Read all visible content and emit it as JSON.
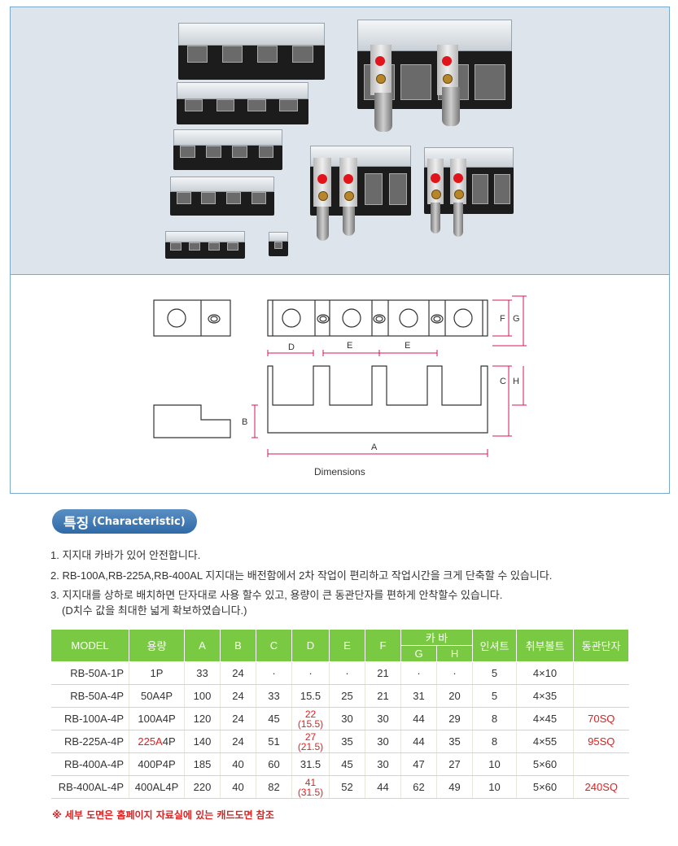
{
  "diagram": {
    "caption": "Dimensions",
    "labels": {
      "a": "A",
      "b": "B",
      "c": "C",
      "d": "D",
      "e1": "E",
      "e2": "E",
      "f": "F",
      "g": "G",
      "h": "H"
    }
  },
  "characteristic": {
    "title": "특징",
    "title_en": "(Characteristic)",
    "lines": [
      "1. 지지대 카바가 있어 안전합니다.",
      "2. RB-100A,RB-225A,RB-400AL 지지대는 배전함에서 2차 작업이 편리하고 작업시간을 크게 단축할 수 있습니다.",
      "3. 지지대를 상하로 배치하면 단자대로 사용 할수 있고, 용량이 큰 동관단자를 편하게 안착할수 있습니다.",
      "(D치수 값을 최대한 넓게 확보하였습니다.)"
    ]
  },
  "table": {
    "headers": {
      "model": "MODEL",
      "cap": "용량",
      "a": "A",
      "b": "B",
      "c": "C",
      "d": "D",
      "e": "E",
      "f": "F",
      "cover": "카 바",
      "g": "G",
      "h": "H",
      "insert": "인셔트",
      "bolt": "취부볼트",
      "lug": "동관단자"
    },
    "rows": [
      {
        "model": "RB-50A-1P",
        "cap": "1P",
        "cap_red": "",
        "a": "33",
        "b": "24",
        "c": "·",
        "d": "·",
        "d_sub": "",
        "e": "·",
        "f": "21",
        "g": "·",
        "h": "·",
        "insert": "5",
        "bolt": "4×10",
        "lug": ""
      },
      {
        "model": "RB-50A-4P",
        "cap": "50A4P",
        "cap_red": "",
        "a": "100",
        "b": "24",
        "c": "33",
        "d": "15.5",
        "d_sub": "",
        "e": "25",
        "f": "21",
        "g": "31",
        "h": "20",
        "insert": "5",
        "bolt": "4×35",
        "lug": ""
      },
      {
        "model": "RB-100A-4P",
        "cap": "100A4P",
        "cap_red": "",
        "a": "120",
        "b": "24",
        "c": "45",
        "d": "22",
        "d_sub": "(15.5)",
        "e": "30",
        "f": "30",
        "g": "44",
        "h": "29",
        "insert": "8",
        "bolt": "4×45",
        "lug": "70SQ"
      },
      {
        "model": "RB-225A-4P",
        "cap": "4P",
        "cap_red": "225A",
        "a": "140",
        "b": "24",
        "c": "51",
        "d": "27",
        "d_sub": "(21.5)",
        "e": "35",
        "f": "30",
        "g": "44",
        "h": "35",
        "insert": "8",
        "bolt": "4×55",
        "lug": "95SQ"
      },
      {
        "model": "RB-400A-4P",
        "cap": "400P4P",
        "cap_red": "",
        "a": "185",
        "b": "40",
        "c": "60",
        "d": "31.5",
        "d_sub": "",
        "e": "45",
        "f": "30",
        "g": "47",
        "h": "27",
        "insert": "10",
        "bolt": "5×60",
        "lug": ""
      },
      {
        "model": "RB-400AL-4P",
        "cap": "400AL4P",
        "cap_red": "",
        "a": "220",
        "b": "40",
        "c": "82",
        "d": "41",
        "d_sub": "(31.5)",
        "e": "52",
        "f": "44",
        "g": "62",
        "h": "49",
        "insert": "10",
        "bolt": "5×60",
        "lug": "240SQ"
      }
    ]
  },
  "footnote": "※ 세부 도면은 홈페이지 자료실에 있는 캐드도면 참조",
  "colors": {
    "table_header": "#7ac943",
    "accent_red": "#e02020",
    "badge": "#2f6aa8",
    "frame": "#7aa9cf"
  }
}
